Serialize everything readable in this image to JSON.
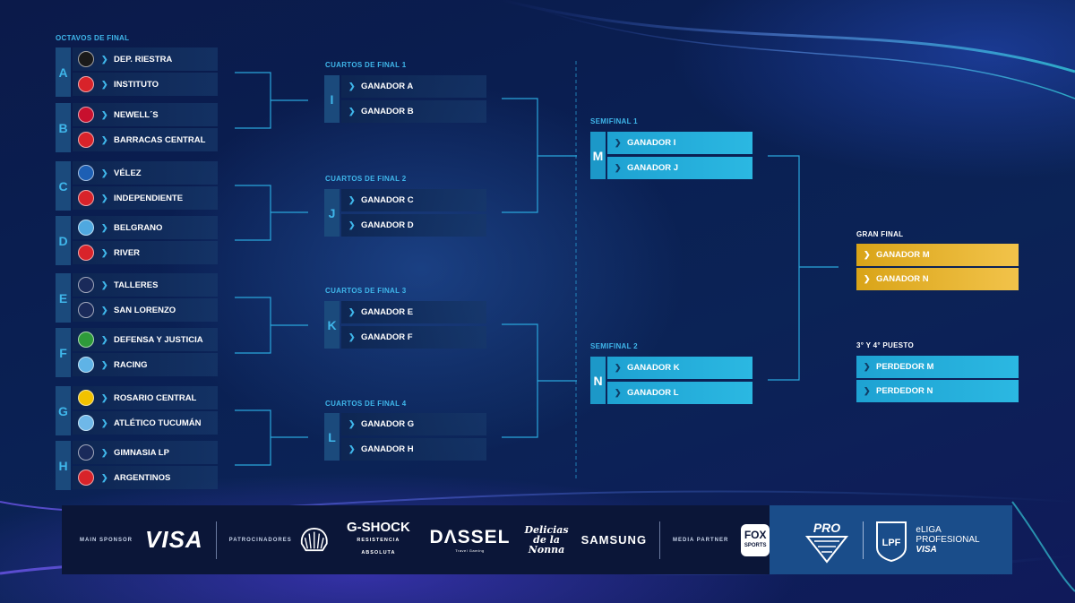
{
  "round_labels": {
    "octavos": "OCTAVOS DE FINAL",
    "cuartos1": "CUARTOS DE FINAL 1",
    "cuartos2": "CUARTOS DE FINAL 2",
    "cuartos3": "CUARTOS DE FINAL 3",
    "cuartos4": "CUARTOS DE FINAL 4",
    "semi1": "SEMIFINAL 1",
    "semi2": "SEMIFINAL 2",
    "gran_final": "GRAN FINAL",
    "tercer_puesto": "3° Y 4° PUESTO"
  },
  "octavos": [
    {
      "letter": "A",
      "team1": "DEP. RIESTRA",
      "team2": "INSTITUTO",
      "c1": "#1a1a1a",
      "c2": "#d8232a"
    },
    {
      "letter": "B",
      "team1": "NEWELL´S",
      "team2": "BARRACAS CENTRAL",
      "c1": "#c8102e",
      "c2": "#d8232a"
    },
    {
      "letter": "C",
      "team1": "VÉLEZ",
      "team2": "INDEPENDIENTE",
      "c1": "#1d5fb4",
      "c2": "#d8232a"
    },
    {
      "letter": "D",
      "team1": "BELGRANO",
      "team2": "RIVER",
      "c1": "#4fa8e0",
      "c2": "#d8232a"
    },
    {
      "letter": "E",
      "team1": "TALLERES",
      "team2": "SAN LORENZO",
      "c1": "#1a2a5a",
      "c2": "#1a2a5a"
    },
    {
      "letter": "F",
      "team1": "DEFENSA Y JUSTICIA",
      "team2": "RACING",
      "c1": "#2e9b3a",
      "c2": "#5fb3e6"
    },
    {
      "letter": "G",
      "team1": "ROSARIO CENTRAL",
      "team2": "ATLÉTICO TUCUMÁN",
      "c1": "#f2c200",
      "c2": "#6fb8e8"
    },
    {
      "letter": "H",
      "team1": "GIMNASIA LP",
      "team2": "ARGENTINOS",
      "c1": "#1a2a5a",
      "c2": "#d8232a"
    }
  ],
  "cuartos": [
    {
      "letter": "I",
      "team1": "GANADOR A",
      "team2": "GANADOR B"
    },
    {
      "letter": "J",
      "team1": "GANADOR C",
      "team2": "GANADOR D"
    },
    {
      "letter": "K",
      "team1": "GANADOR E",
      "team2": "GANADOR F"
    },
    {
      "letter": "L",
      "team1": "GANADOR G",
      "team2": "GANADOR H"
    }
  ],
  "semis": [
    {
      "letter": "M",
      "team1": "GANADOR I",
      "team2": "GANADOR J"
    },
    {
      "letter": "N",
      "team1": "GANADOR K",
      "team2": "GANADOR L"
    }
  ],
  "final": {
    "team1": "GANADOR M",
    "team2": "GANADOR N"
  },
  "third_place": {
    "team1": "PERDEDOR M",
    "team2": "PERDEDOR N"
  },
  "chevron": "❯",
  "colors": {
    "accent": "#3fb6ea",
    "semi": "#2bb8e2",
    "final": "#f2c34a",
    "bg": "#0b1f52"
  },
  "sponsors": {
    "main_label": "MAIN SPONSOR",
    "main": "VISA",
    "patro_label": "PATROCINADORES",
    "gshock": "G-SHOCK",
    "gshock_tag": "RESISTENCIA ABSOLUTA",
    "dassel": "DΛSSEL",
    "dassel_tag": "Travel Gaming",
    "nonna": "Delicias de la Nonna",
    "samsung": "SAMSUNG",
    "media_label": "MEDIA PARTNER",
    "fox": "FOX",
    "fox_tag": "SPORTS"
  },
  "league": {
    "pro_logo": "PRO",
    "eliga_line1": "eLIGA",
    "eliga_line2": "PROFESIONAL",
    "eliga_line3": "VISA",
    "badge": "LPF"
  }
}
